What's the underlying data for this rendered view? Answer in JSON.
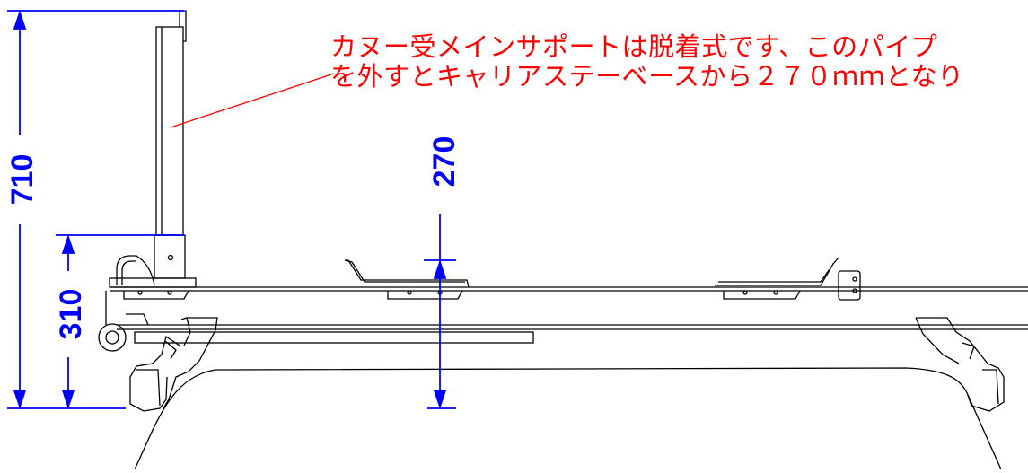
{
  "annotation": {
    "line1": "カヌー受メインサポートは脱着式です、このパイプ",
    "line2": "を外すとキャリアステーベースから２７０ｍｍとなり"
  },
  "dimensions": {
    "overall_height": "710",
    "lower_height": "310",
    "base_height": "270"
  },
  "colors": {
    "dimension": "#0000ff",
    "annotation": "#ff0000",
    "drawing": "#000000"
  }
}
